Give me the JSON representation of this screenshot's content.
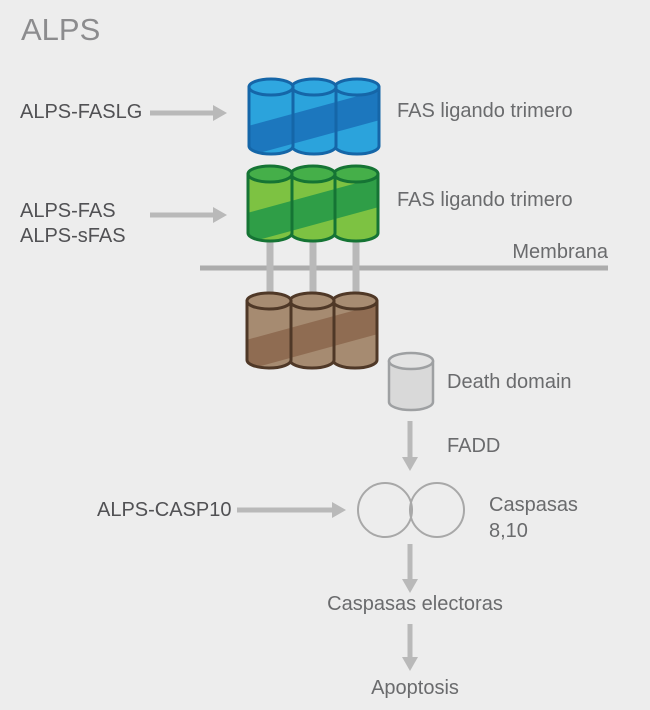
{
  "title": "ALPS",
  "colors": {
    "background": "#EDEDED",
    "text": "#515154",
    "annotation": "#6A6B6D",
    "title": "#8C8C8E",
    "arrow": "#B9B9B9",
    "membrane": "#ACACAC",
    "circle_stroke": "#A8A8A8",
    "blue_body": "#2BA3DC",
    "blue_stripe": "#1C77BE",
    "blue_outline": "#1566A8",
    "blue_top": "#2FA7E0",
    "green_body": "#7DC242",
    "green_stripe": "#2F9E47",
    "green_outline": "#157434",
    "green_top": "#45AF49",
    "brown_body": "#A68B71",
    "brown_stripe": "#8F6C52",
    "brown_outline": "#4F3827",
    "brown_top": "#A78C72",
    "gray_body": "#D9D9D9",
    "gray_top": "#E3E3E3",
    "gray_outline": "#9EA0A2"
  },
  "diagram": {
    "faslg": {
      "label": "ALPS-FASLG",
      "target_label": "FAS ligando trimero"
    },
    "fas": {
      "label_line1": "ALPS-FAS",
      "label_line2": "ALPS-sFAS",
      "target_label": "FAS ligando trimero"
    },
    "membrane": {
      "label": "Membrana"
    },
    "death_domain": {
      "label": "Death domain"
    },
    "fadd": {
      "label": "FADD"
    },
    "casp10": {
      "label": "ALPS-CASP10"
    },
    "caspases": {
      "label_line1": "Caspasas",
      "label_line2": "8,10"
    },
    "effector_caspases": {
      "label": "Caspasas electoras"
    },
    "apoptosis": {
      "label": "Apoptosis"
    }
  }
}
